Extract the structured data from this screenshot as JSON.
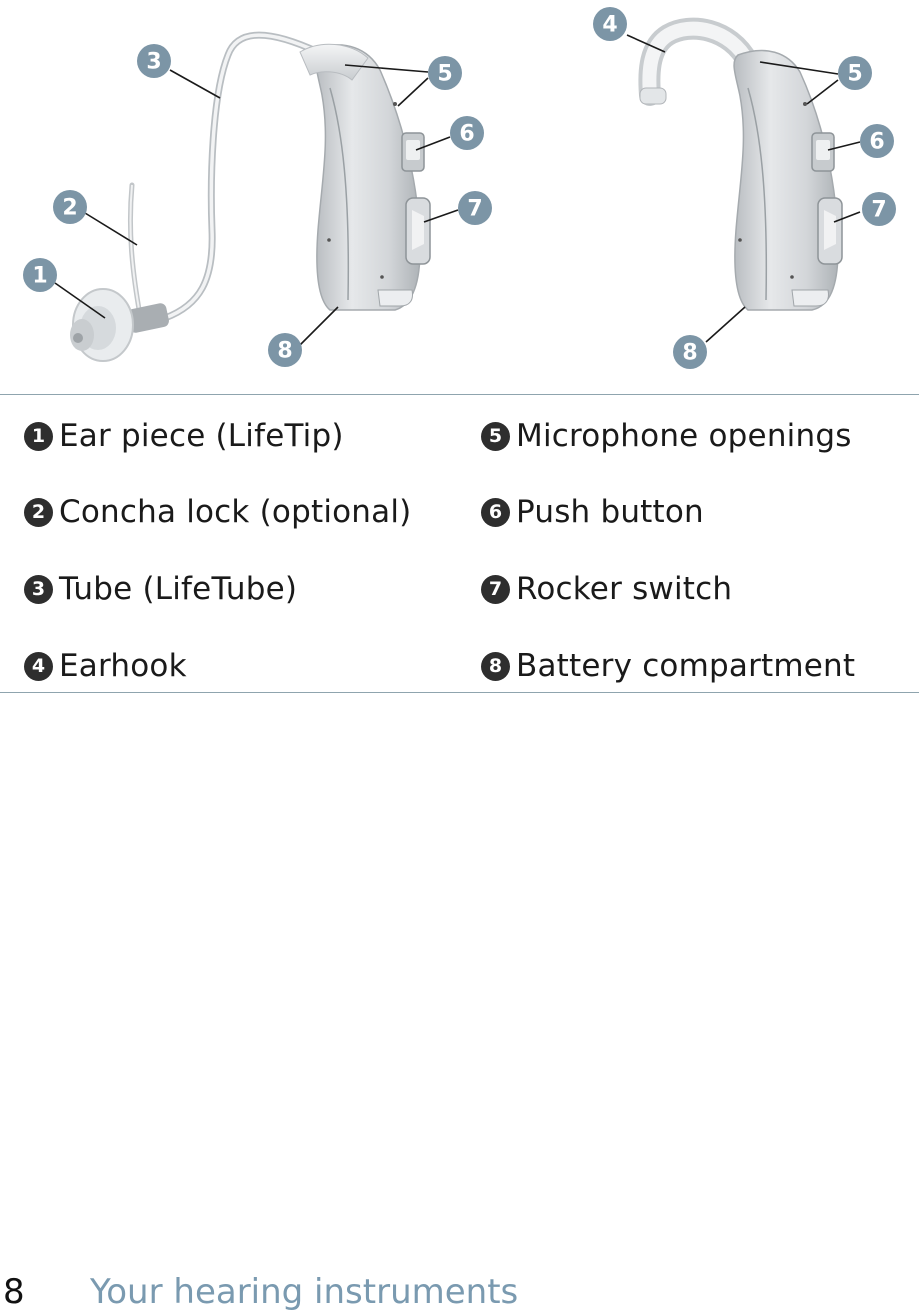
{
  "callouts_left": [
    "1",
    "2",
    "3",
    "5",
    "6",
    "7",
    "8"
  ],
  "callouts_right": [
    "4",
    "5",
    "6",
    "7",
    "8"
  ],
  "legend_left": [
    {
      "num": "1",
      "label": "Ear piece (LifeTip)"
    },
    {
      "num": "2",
      "label": "Concha lock (optional)"
    },
    {
      "num": "3",
      "label": "Tube (LifeTube)"
    },
    {
      "num": "4",
      "label": "Earhook"
    }
  ],
  "legend_right": [
    {
      "num": "5",
      "label": "Microphone openings"
    },
    {
      "num": "6",
      "label": "Push button"
    },
    {
      "num": "7",
      "label": "Rocker switch"
    },
    {
      "num": "8",
      "label": "Battery compartment"
    }
  ],
  "footer": {
    "page_number": "8",
    "section_title": "Your hearing instruments"
  },
  "colors": {
    "callout": "#7c95a6",
    "rule": "#8fa4ae",
    "section_title": "#7a9ab0",
    "device_body": "#d9dcdf"
  }
}
